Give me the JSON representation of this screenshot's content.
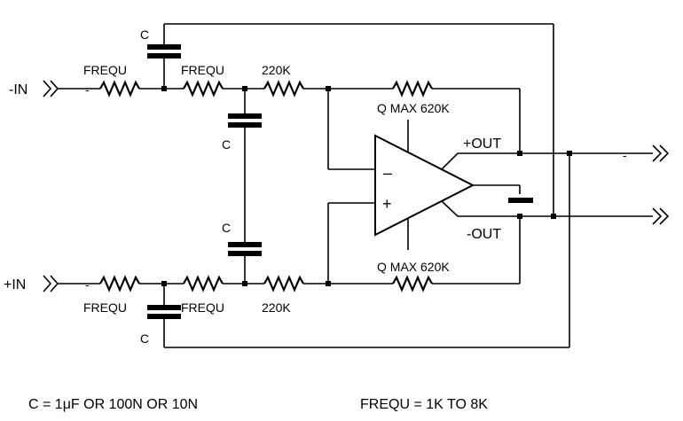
{
  "labels": {
    "in_neg": "-IN",
    "in_pos": "+IN",
    "freq_top_left": "FREQU",
    "freq_top_mid": "FREQU",
    "r220_top": "220K",
    "freq_bot_left": "FREQU",
    "freq_bot_mid": "FREQU",
    "r220_bot": "220K",
    "qmax_top": "Q MAX 620K",
    "qmax_bot": "Q MAX 620K",
    "cap_top": "C",
    "cap_mid_upper": "C",
    "cap_mid_lower": "C",
    "cap_bot": "C",
    "out_pos": "+OUT",
    "out_neg": "-OUT",
    "opamp_minus": "–",
    "opamp_plus": "+",
    "dash_left_top": "-",
    "dash_left_bot": "-",
    "dash_right": "-"
  },
  "notes": {
    "capacitor": "C = 1μF OR 100N OR 10N",
    "frequency": "FREQU = 1K TO 8K"
  }
}
